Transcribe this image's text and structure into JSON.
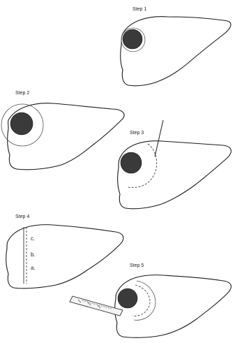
{
  "steps": [
    {
      "label": "Step 1"
    },
    {
      "label": "Step 2"
    },
    {
      "label": "Step 3"
    },
    {
      "label": "Step 4",
      "sub_labels": [
        "c.",
        "b.",
        "a."
      ]
    },
    {
      "label": "Step 5"
    }
  ],
  "colors": {
    "outline": "#1a1a1a",
    "tumor": "#3a3a3a",
    "background": "#ffffff"
  }
}
